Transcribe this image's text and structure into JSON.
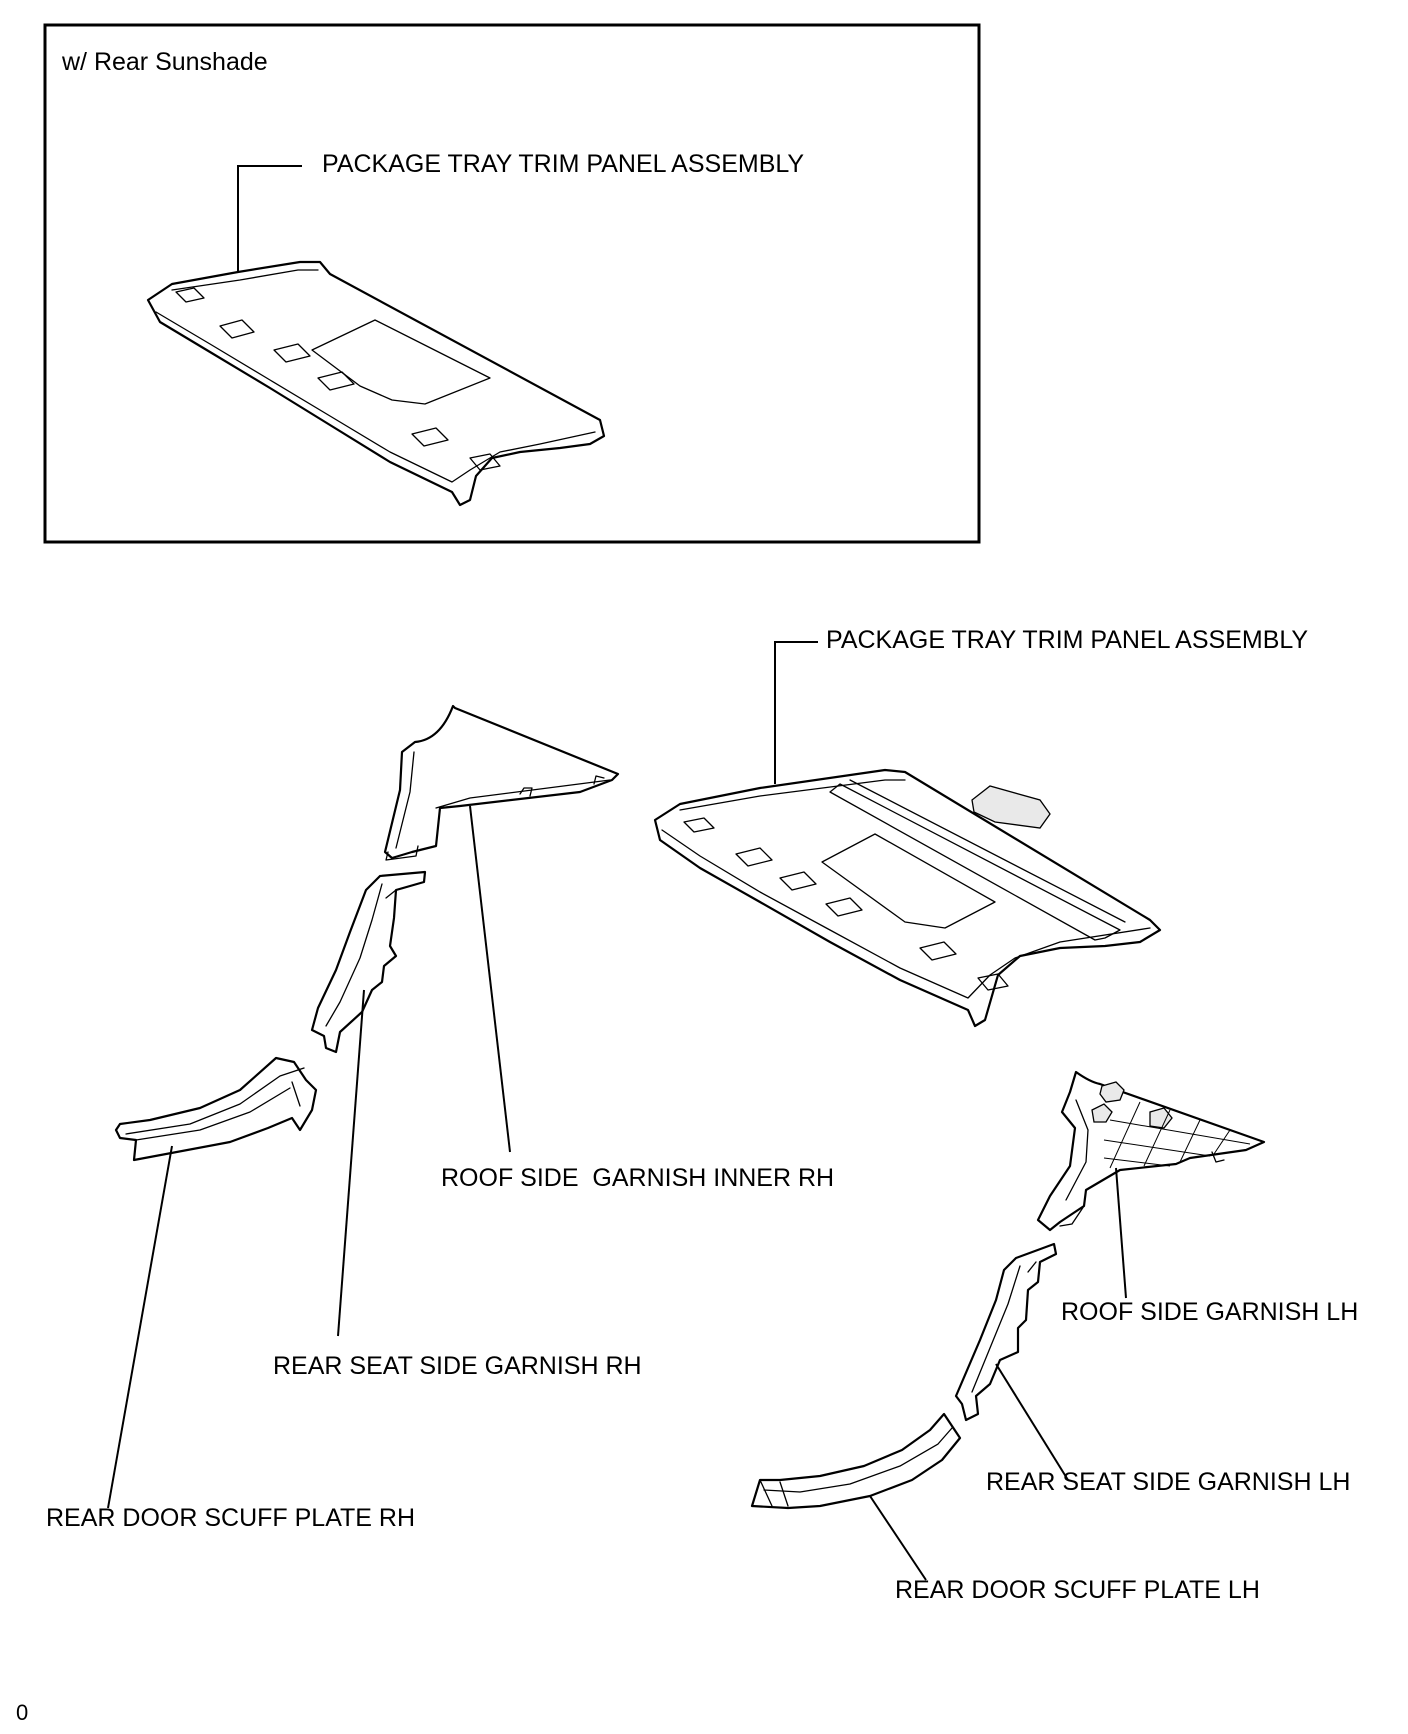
{
  "inset": {
    "title": "w/ Rear Sunshade",
    "part_label": "PACKAGE TRAY TRIM PANEL ASSEMBLY"
  },
  "main": {
    "package_tray_label": "PACKAGE TRAY TRIM PANEL ASSEMBLY",
    "roof_side_garnish_inner_rh": "ROOF SIDE  GARNISH INNER RH",
    "rear_seat_side_garnish_rh": "REAR SEAT SIDE GARNISH RH",
    "rear_door_scuff_plate_rh": "REAR DOOR SCUFF PLATE RH",
    "roof_side_garnish_lh": "ROOF SIDE GARNISH LH",
    "rear_seat_side_garnish_lh": "REAR SEAT SIDE GARNISH LH",
    "rear_door_scuff_plate_lh": "REAR DOOR SCUFF PLATE LH"
  },
  "footer": {
    "figure_code": "0"
  }
}
